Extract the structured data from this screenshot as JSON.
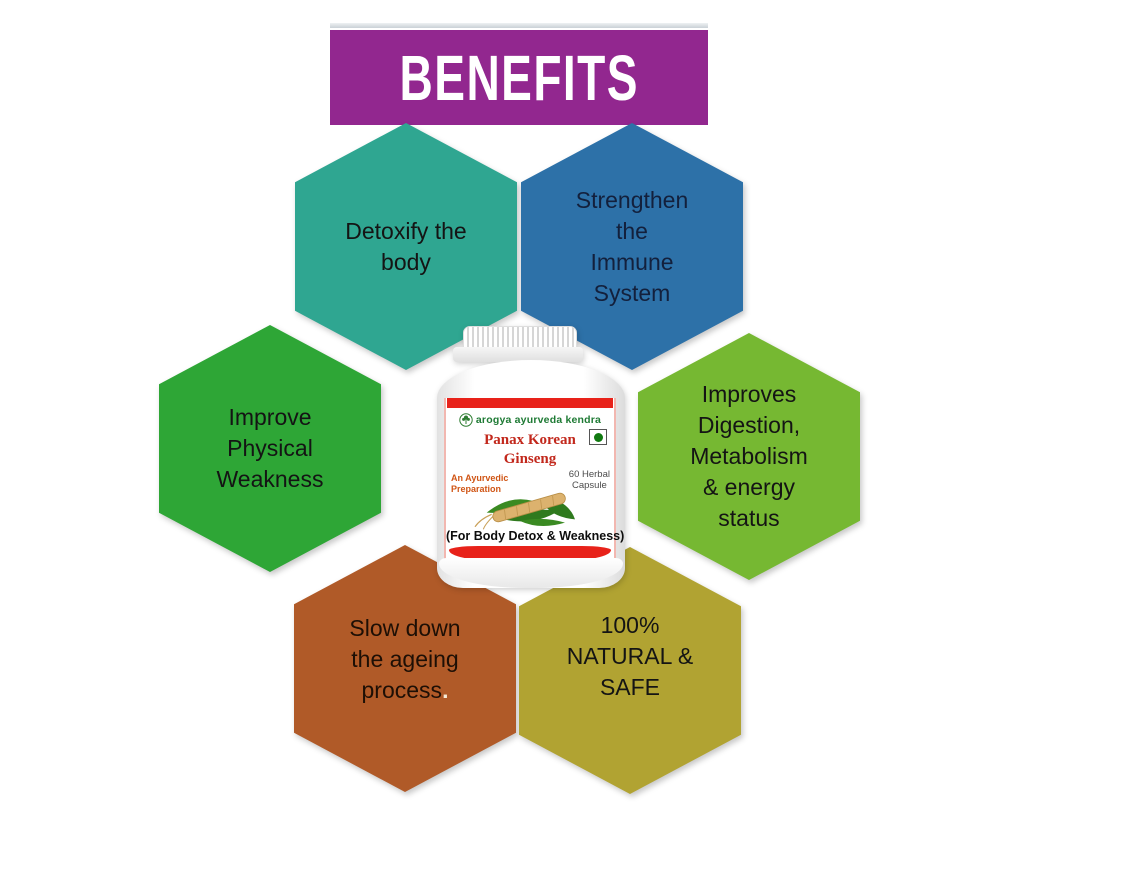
{
  "title": {
    "text": "BENEFITS",
    "bg_color": "#92278f",
    "text_color": "#ffffff"
  },
  "hexagons": [
    {
      "name": "detoxify-the-body",
      "label": "Detoxify the\nbody",
      "color": "#2fa691",
      "text_color": "#141414"
    },
    {
      "name": "strengthen-immune-system",
      "label": "Strengthen\nthe\nImmune\nSystem",
      "color": "#2d71a8",
      "text_color": "#13203c"
    },
    {
      "name": "improve-physical-weakness",
      "label": "Improve\nPhysical\nWeakness",
      "color": "#2ea636",
      "text_color": "#141414"
    },
    {
      "name": "improves-digestion",
      "label": "Improves\nDigestion,\nMetabolism\n& energy\nstatus",
      "color": "#76b832",
      "text_color": "#141414"
    },
    {
      "name": "slow-down-ageing",
      "label": "Slow down\nthe ageing\nprocess",
      "suffix": ".",
      "color": "#b05a28",
      "text_color": "#1d0f05"
    },
    {
      "name": "natural-safe",
      "label": "100%\nNATURAL &\nSAFE",
      "color": "#b1a332",
      "text_color": "#141414"
    }
  ],
  "bottle": {
    "brand": "arogya ayurveda kendra",
    "brand_color": "#1e7a34",
    "product_name_line1": "Panax Korean",
    "product_name_line2": "Ginseng",
    "product_color": "#c2281c",
    "prep_note_line1": "An Ayurvedic",
    "prep_note_line2": "Preparation",
    "prep_color": "#d05515",
    "count_note_line1": "60 Herbal",
    "count_note_line2": "Capsule",
    "tagline": "(For Body Detox & Weakness)",
    "accent_red": "#e8221a"
  }
}
